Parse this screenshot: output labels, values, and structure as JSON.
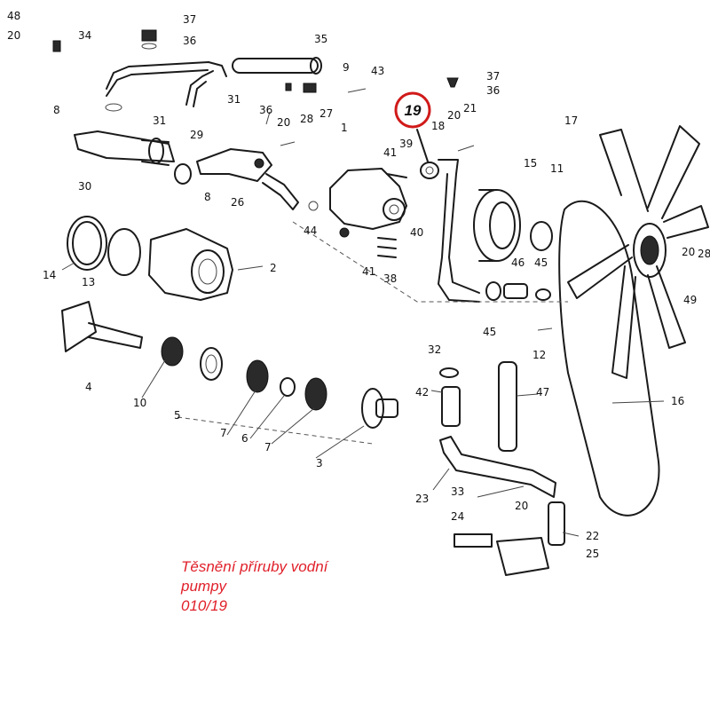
{
  "highlight": {
    "part_number": "19"
  },
  "caption": {
    "line1": "Těsnění příruby vodní",
    "line2": "pumpy",
    "line3": "010/19"
  },
  "labels": [
    {
      "id": "48",
      "text": "48"
    },
    {
      "id": "20a",
      "text": "20"
    },
    {
      "id": "34",
      "text": "34"
    },
    {
      "id": "37a",
      "text": "37"
    },
    {
      "id": "36a",
      "text": "36"
    },
    {
      "id": "35",
      "text": "35"
    },
    {
      "id": "9",
      "text": "9"
    },
    {
      "id": "43",
      "text": "43"
    },
    {
      "id": "37b",
      "text": "37"
    },
    {
      "id": "36b",
      "text": "36"
    },
    {
      "id": "8a",
      "text": "8"
    },
    {
      "id": "31a",
      "text": "31"
    },
    {
      "id": "31b",
      "text": "31"
    },
    {
      "id": "36c",
      "text": "36"
    },
    {
      "id": "20b",
      "text": "20"
    },
    {
      "id": "28a",
      "text": "28"
    },
    {
      "id": "27",
      "text": "27"
    },
    {
      "id": "1",
      "text": "1"
    },
    {
      "id": "20c",
      "text": "20"
    },
    {
      "id": "21",
      "text": "21"
    },
    {
      "id": "17",
      "text": "17"
    },
    {
      "id": "18",
      "text": "18"
    },
    {
      "id": "39",
      "text": "39"
    },
    {
      "id": "29",
      "text": "29"
    },
    {
      "id": "41a",
      "text": "41"
    },
    {
      "id": "15",
      "text": "15"
    },
    {
      "id": "11",
      "text": "11"
    },
    {
      "id": "30",
      "text": "30"
    },
    {
      "id": "8b",
      "text": "8"
    },
    {
      "id": "26",
      "text": "26"
    },
    {
      "id": "44",
      "text": "44"
    },
    {
      "id": "40",
      "text": "40"
    },
    {
      "id": "14",
      "text": "14"
    },
    {
      "id": "13",
      "text": "13"
    },
    {
      "id": "2",
      "text": "2"
    },
    {
      "id": "41b",
      "text": "41"
    },
    {
      "id": "38",
      "text": "38"
    },
    {
      "id": "46",
      "text": "46"
    },
    {
      "id": "45a",
      "text": "45"
    },
    {
      "id": "20d",
      "text": "20"
    },
    {
      "id": "28b",
      "text": "28"
    },
    {
      "id": "49",
      "text": "49"
    },
    {
      "id": "45b",
      "text": "45"
    },
    {
      "id": "32",
      "text": "32"
    },
    {
      "id": "12",
      "text": "12"
    },
    {
      "id": "4",
      "text": "4"
    },
    {
      "id": "10",
      "text": "10"
    },
    {
      "id": "5",
      "text": "5"
    },
    {
      "id": "42",
      "text": "42"
    },
    {
      "id": "47",
      "text": "47"
    },
    {
      "id": "16",
      "text": "16"
    },
    {
      "id": "7a",
      "text": "7"
    },
    {
      "id": "6",
      "text": "6"
    },
    {
      "id": "7b",
      "text": "7"
    },
    {
      "id": "3",
      "text": "3"
    },
    {
      "id": "23",
      "text": "23"
    },
    {
      "id": "33",
      "text": "33"
    },
    {
      "id": "20e",
      "text": "20"
    },
    {
      "id": "24",
      "text": "24"
    },
    {
      "id": "22",
      "text": "22"
    },
    {
      "id": "25",
      "text": "25"
    }
  ]
}
